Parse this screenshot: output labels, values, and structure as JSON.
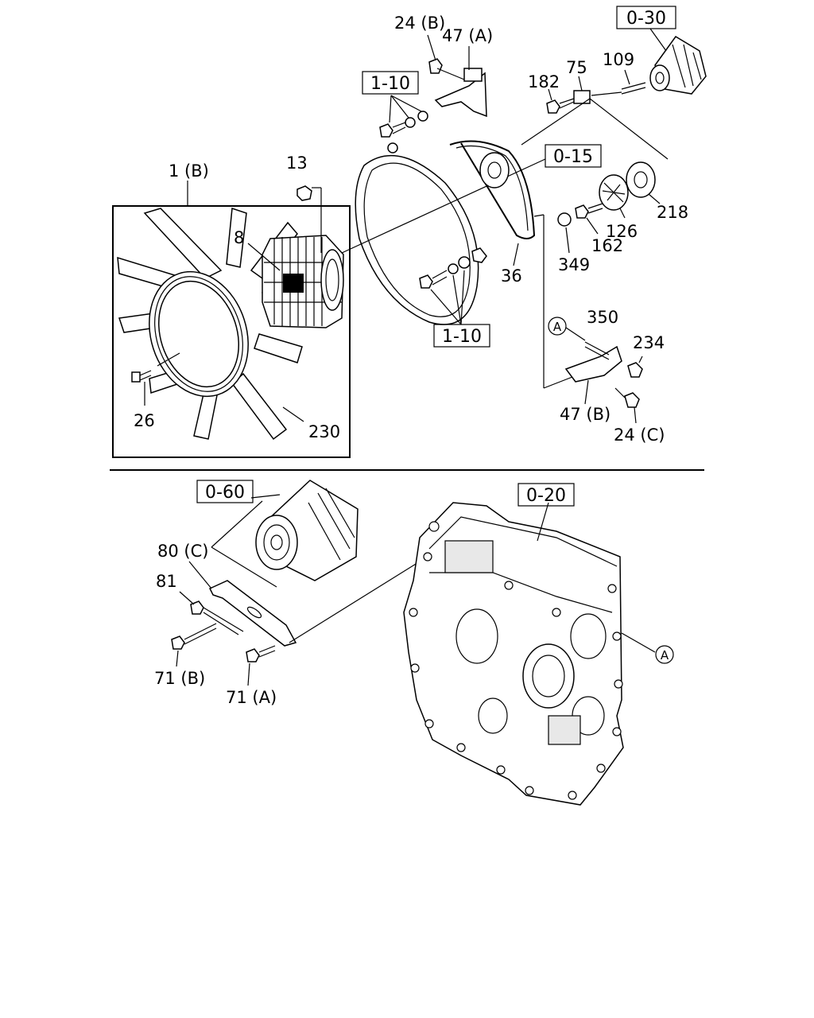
{
  "diagram": {
    "refs": {
      "r_0_30": "0-30",
      "r_0_15": "0-15",
      "r_1_10_top": "1-10",
      "r_1_10_mid": "1-10",
      "r_0_60": "0-60",
      "r_0_20": "0-20"
    },
    "parts": {
      "p_24b": "24 (B)",
      "p_47a": "47 (A)",
      "p_182": "182",
      "p_75": "75",
      "p_109": "109",
      "p_1b": "1 (B)",
      "p_13": "13",
      "p_8": "8",
      "p_218": "218",
      "p_126": "126",
      "p_162": "162",
      "p_349": "349",
      "p_36": "36",
      "p_350": "350",
      "p_234": "234",
      "p_26": "26",
      "p_230": "230",
      "p_47b": "47 (B)",
      "p_24c": "24 (C)",
      "p_80c": "80 (C)",
      "p_81": "81",
      "p_71b": "71 (B)",
      "p_71a": "71 (A)"
    },
    "callouts": {
      "a_top": "A",
      "a_bottom": "A"
    }
  }
}
